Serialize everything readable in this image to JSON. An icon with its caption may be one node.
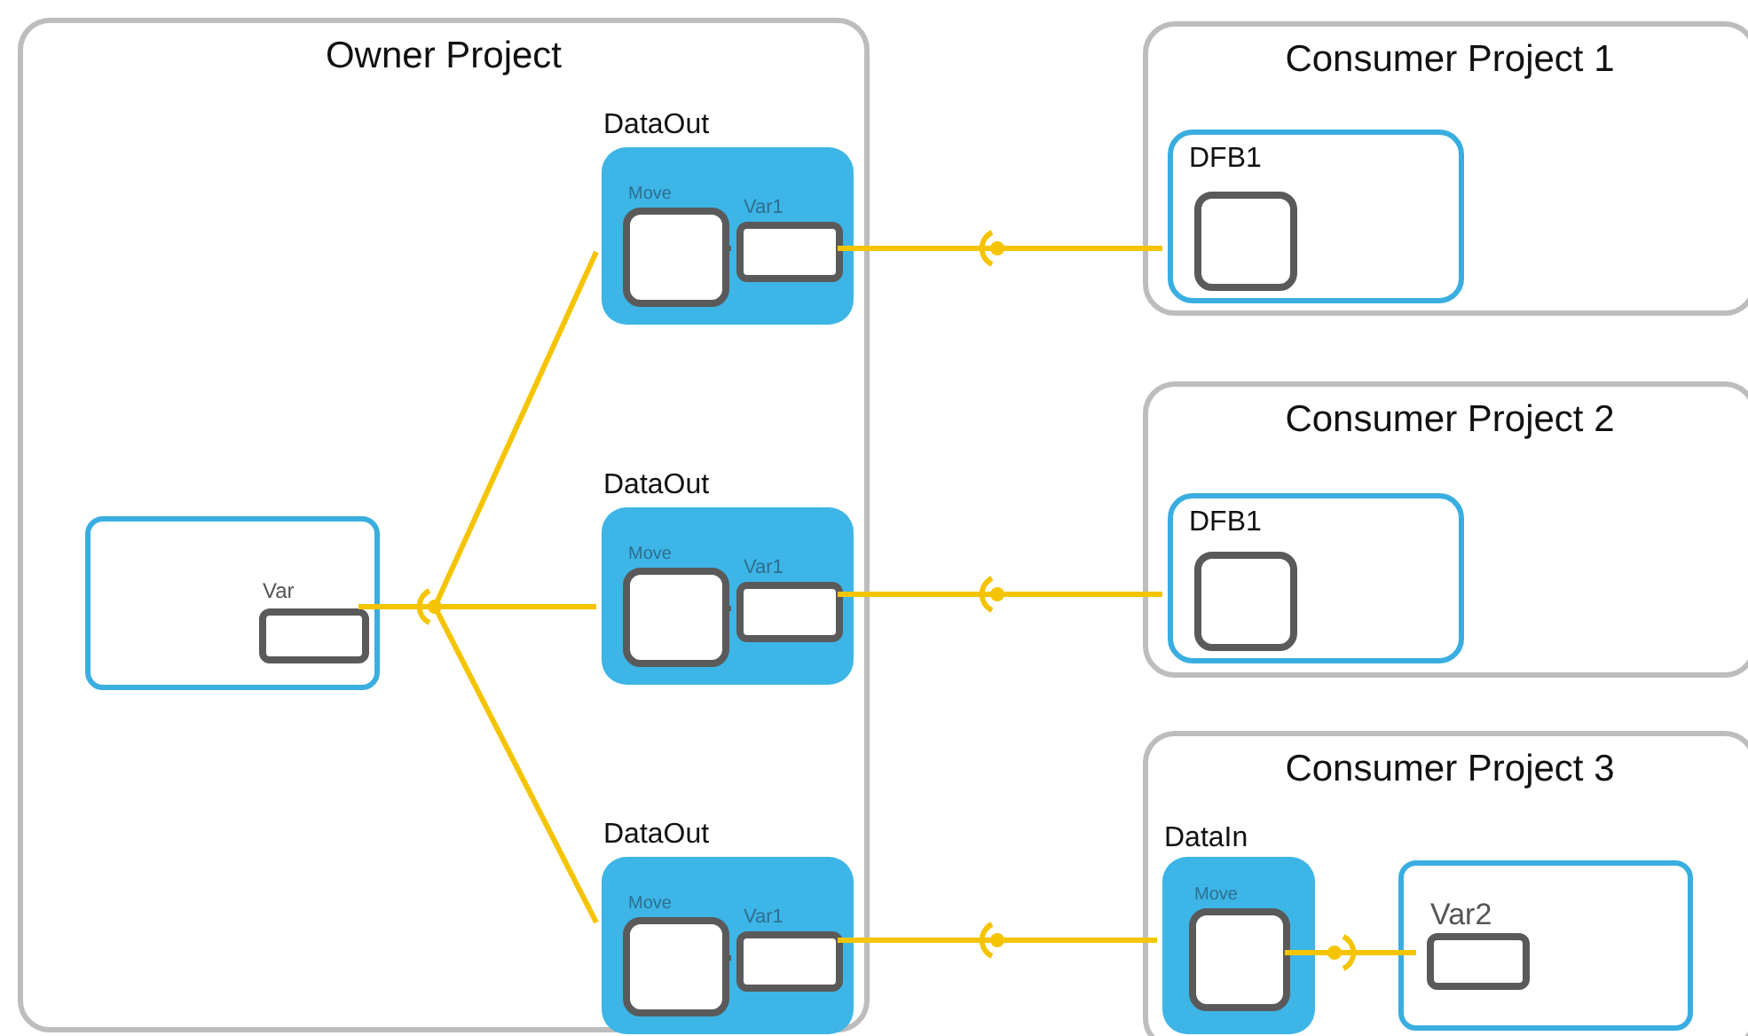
{
  "diagram": {
    "nodes": [
      {
        "text": [
          "Owner Project"
        ]
      },
      {
        "text": [],
        "shape": "box",
        "in": 0
      },
      {
        "text": [
          "Var"
        ],
        "in": 1
      },
      {
        "text": [
          "DataOut"
        ],
        "in": 0
      },
      {
        "text": [
          "Move"
        ],
        "in": 3
      },
      {
        "text": [
          "Var1"
        ],
        "in": 3
      },
      {
        "text": [
          "DataOut"
        ],
        "in": 0
      },
      {
        "text": [
          "Move"
        ],
        "in": 6
      },
      {
        "text": [
          "Var1"
        ],
        "in": 6
      },
      {
        "text": [
          "DataOut"
        ],
        "in": 0
      },
      {
        "text": [
          "Move"
        ],
        "in": 9
      },
      {
        "text": [
          "Var1"
        ],
        "in": 9
      },
      {
        "text": [
          "Consumer Project 1"
        ]
      },
      {
        "text": [
          "DFB1"
        ],
        "in": 12
      },
      {
        "text": [],
        "shape": "box",
        "in": 13
      },
      {
        "text": [
          "Consumer Project 2"
        ]
      },
      {
        "text": [
          "DFB1"
        ],
        "in": 15
      },
      {
        "text": [],
        "shape": "box",
        "in": 16
      },
      {
        "text": [
          "Consumer Project 3"
        ]
      },
      {
        "text": [
          "DataIn"
        ],
        "in": 18
      },
      {
        "text": [
          "Move"
        ],
        "in": 19
      },
      {
        "text": [],
        "shape": "box",
        "in": 18
      },
      {
        "text": [
          "Var2"
        ],
        "in": 21
      }
    ],
    "edges": [
      {
        "from": 2,
        "to": 3,
        "arrow": "none"
      },
      {
        "from": 2,
        "to": 6,
        "arrow": "none"
      },
      {
        "from": 2,
        "to": 9,
        "arrow": "none"
      },
      {
        "from": 5,
        "to": 13,
        "arrow": "none"
      },
      {
        "from": 8,
        "to": 16,
        "arrow": "none"
      },
      {
        "from": 11,
        "to": 19,
        "arrow": "none"
      },
      {
        "from": 20,
        "to": 22,
        "arrow": "none"
      },
      {
        "from": 4,
        "to": 5,
        "arrow": "none",
        "color": "#5a5a5a"
      },
      {
        "from": 7,
        "to": 8,
        "arrow": "none",
        "color": "#5a5a5a"
      },
      {
        "from": 10,
        "to": 11,
        "arrow": "none",
        "color": "#5a5a5a"
      }
    ]
  }
}
